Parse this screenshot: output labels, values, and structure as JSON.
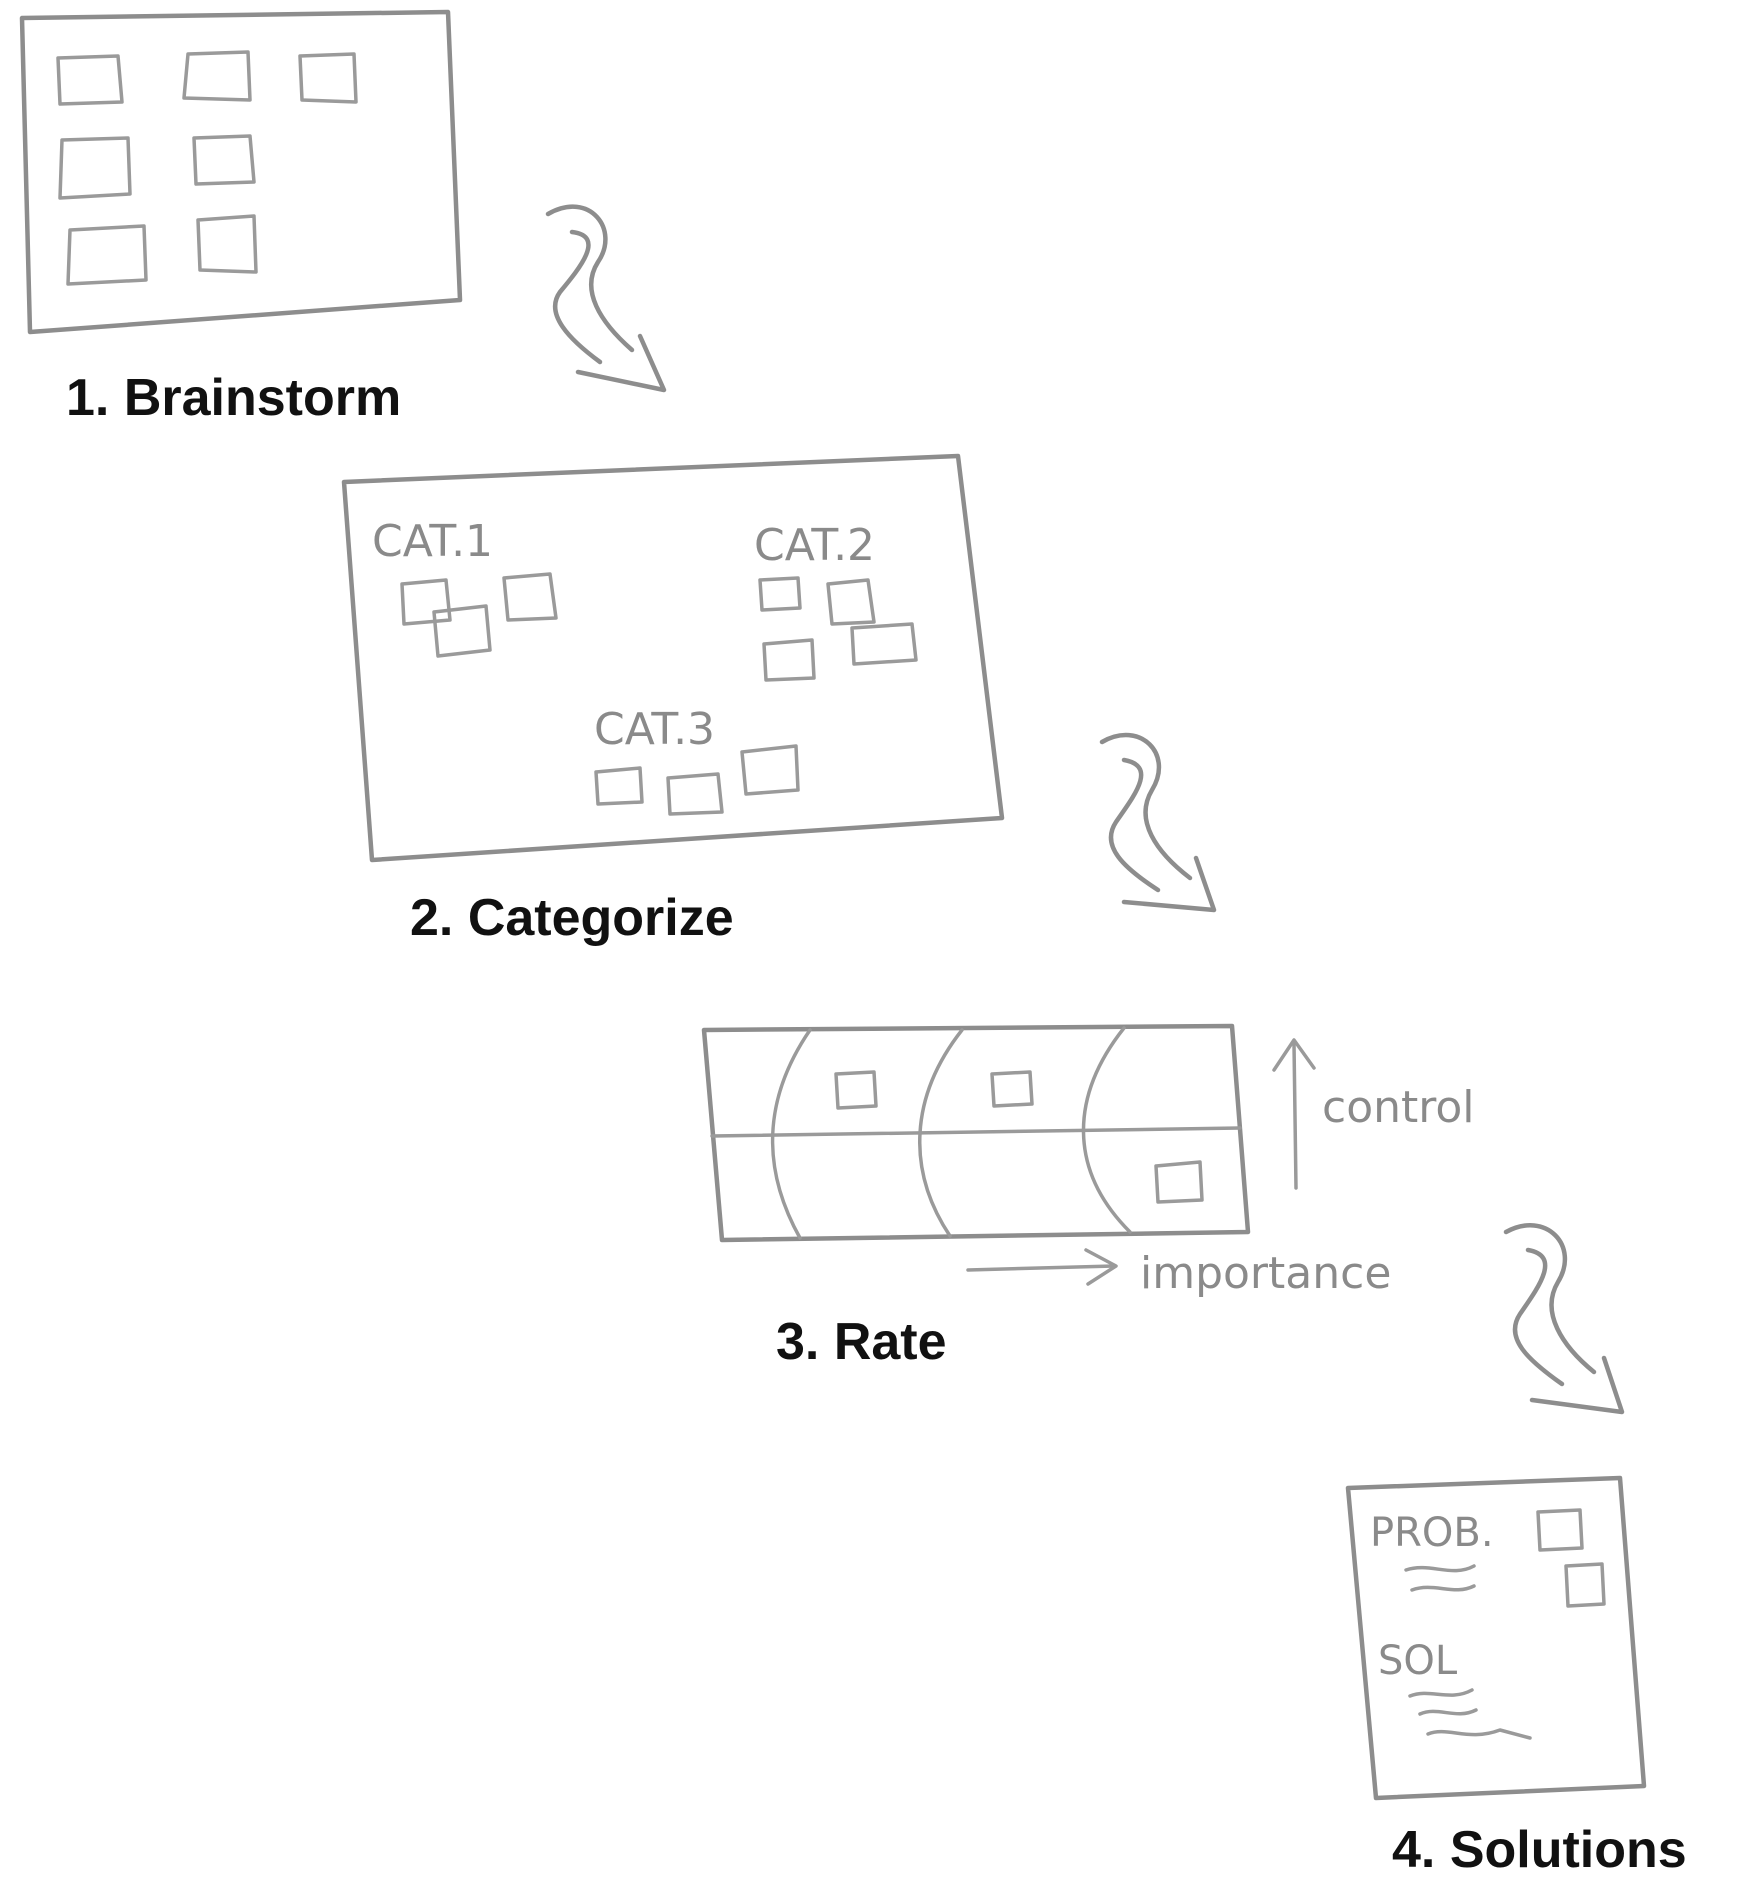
{
  "steps": [
    {
      "label": "1. Brainstorm"
    },
    {
      "label": "2. Categorize",
      "categories": [
        "CAT.1",
        "CAT.2",
        "CAT.3"
      ]
    },
    {
      "label": "3. Rate",
      "axes": {
        "vertical": "control",
        "horizontal": "importance"
      }
    },
    {
      "label": "4. Solutions",
      "sections": [
        "PROB.",
        "SOL"
      ]
    }
  ],
  "colors": {
    "sketch": "#8d8d8d",
    "label": "#111111"
  }
}
